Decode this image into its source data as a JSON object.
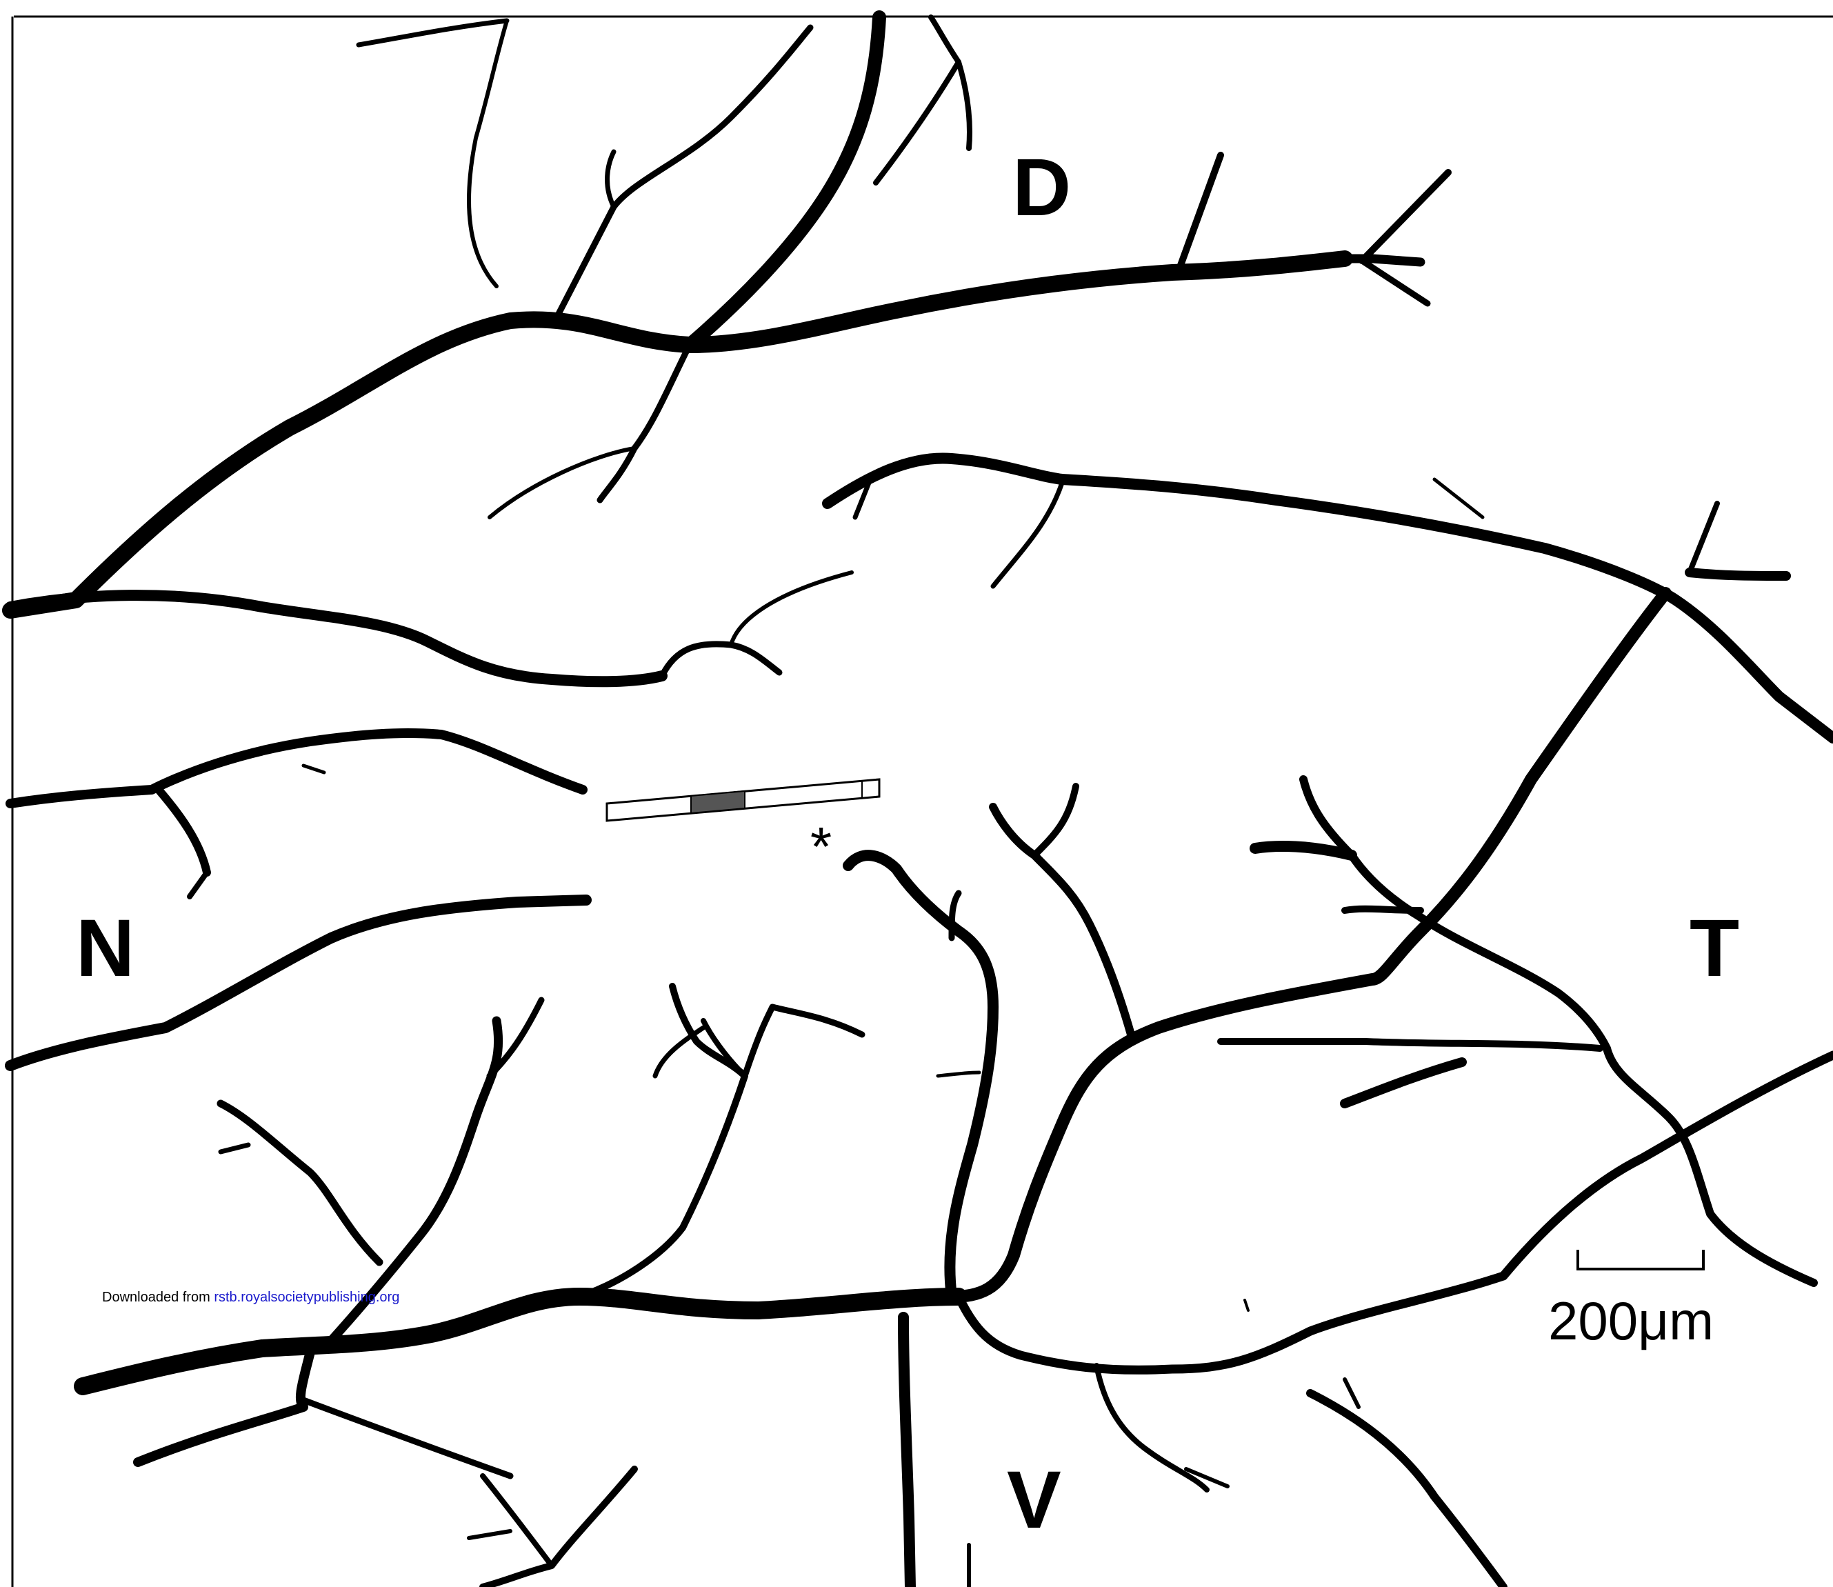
{
  "labels": {
    "dorsal": "D",
    "nasal": "N",
    "temporal": "T",
    "ventral": "V"
  },
  "asterisk": "*",
  "scale_bar": {
    "label": "200μm",
    "length_um": 200
  },
  "download_note": {
    "prefix": "Downloaded from ",
    "link": "rstb.royalsocietypublishing.org"
  },
  "colors": {
    "vessel": "#000000",
    "background": "#ffffff",
    "link": "#1a1acc"
  }
}
